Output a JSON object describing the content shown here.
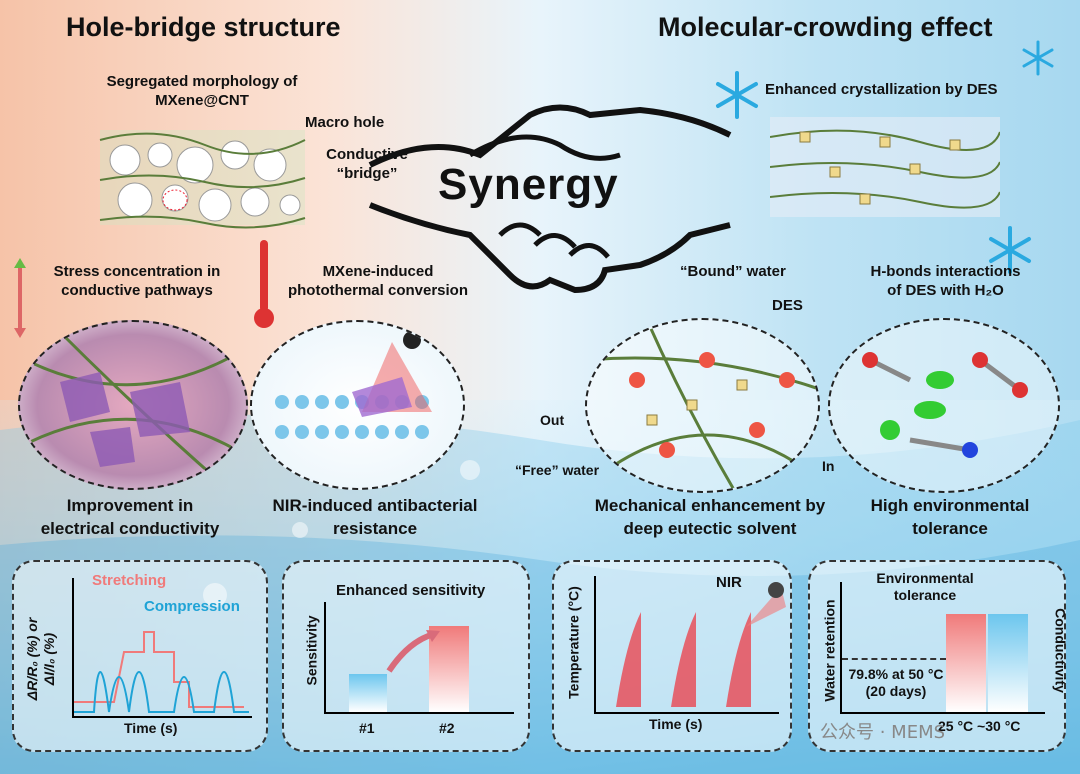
{
  "left": {
    "title": "Hole-bridge structure",
    "morphology_label_line1": "Segregated morphology of",
    "morphology_label_line2": "MXene@CNT",
    "macro_hole": "Macro hole",
    "conductive_line1": "Conductive",
    "conductive_line2": "“bridge”",
    "stress_line1": "Stress concentration in",
    "stress_line2": "conductive pathways",
    "photothermal_line1": "MXene-induced",
    "photothermal_line2": "photothermal conversion",
    "cap1_line1": "Improvement in",
    "cap1_line2": "electrical conductivity",
    "cap2_line1": "NIR-induced antibacterial",
    "cap2_line2": "resistance"
  },
  "center": {
    "synergy": "Synergy"
  },
  "right": {
    "title": "Molecular-crowding effect",
    "crystallization": "Enhanced crystallization by DES",
    "bound_water": "“Bound” water",
    "des": "DES",
    "out": "Out",
    "in": "In",
    "free_water": "“Free” water",
    "hbonds_line1": "H-bonds interactions",
    "hbonds_line2": "of DES with H₂O",
    "cap3_line1": "Mechanical enhancement by",
    "cap3_line2": "deep eutectic solvent",
    "cap4_line1": "High environmental",
    "cap4_line2": "tolerance"
  },
  "panels": {
    "p1": {
      "ylabel_line1": "ΔR/R₀ (%) or",
      "ylabel_line2": "ΔI/I₀ (%)",
      "xlabel": "Time (s)",
      "stretching": "Stretching",
      "compression": "Compression"
    },
    "p2": {
      "title": "Enhanced sensitivity",
      "ylabel": "Sensitivity",
      "x1": "#1",
      "x2": "#2"
    },
    "p3": {
      "ylabel": "Temperature (°C)",
      "xlabel": "Time (s)",
      "nir": "NIR"
    },
    "p4": {
      "title_line1": "Environmental",
      "title_line2": "tolerance",
      "ylabel_left": "Water retention",
      "ylabel_right": "Conductivity",
      "note_line1": "79.8% at 50 °C",
      "note_line2": "(20 days)",
      "xrange": "25 °C ~30 °C"
    }
  },
  "watermark": "公众号 · MEMS",
  "colors": {
    "stretching": "#f07a7a",
    "compression": "#1fa3d6"
  }
}
